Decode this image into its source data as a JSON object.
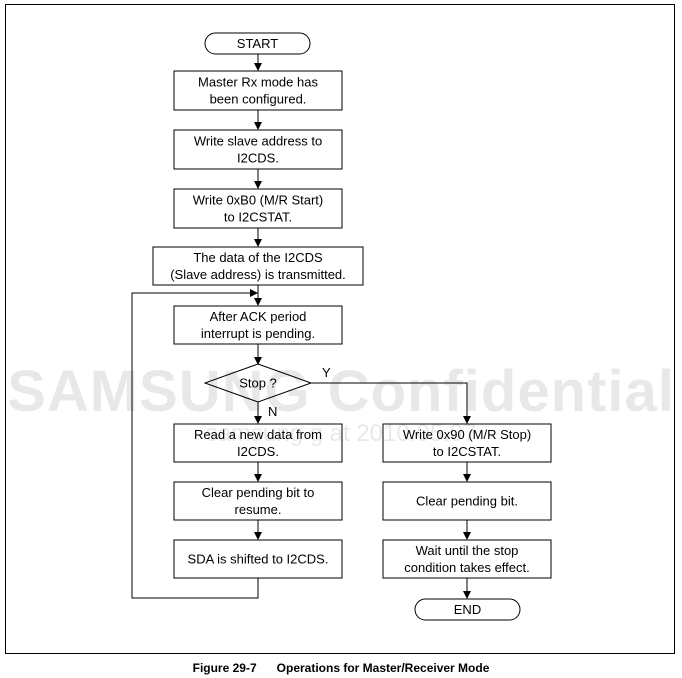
{
  "diagram": {
    "start": "START",
    "end": "END",
    "steps": {
      "master_rx": [
        "Master Rx mode has",
        "been configured."
      ],
      "write_slave": [
        "Write slave address to",
        "I2CDS."
      ],
      "write_b0": [
        "Write 0xB0 (M/R Start)",
        "to I2CSTAT."
      ],
      "data_transmitted": [
        "The data of the I2CDS",
        "(Slave address) is transmitted."
      ],
      "ack_period": [
        "After ACK period",
        "interrupt is pending."
      ],
      "read_data": [
        "Read a new data from",
        "I2CDS."
      ],
      "clear_resume": [
        "Clear pending bit to",
        "resume."
      ],
      "sda_shift": [
        "SDA is shifted to I2CDS."
      ],
      "write_90": [
        "Write 0x90 (M/R Stop)",
        "to I2CSTAT."
      ],
      "clear_bit": [
        "Clear pending bit."
      ],
      "wait_stop": [
        "Wait until the stop",
        "condition takes effect."
      ]
    },
    "decision": "Stop ?",
    "yes_label": "Y",
    "no_label": "N"
  },
  "watermark": {
    "main": "SAMSUNG Confidential",
    "sub": "samsung                    g at 2010.05.07"
  },
  "caption": {
    "figure": "Figure 29-7",
    "title": "Operations for Master/Receiver Mode"
  }
}
